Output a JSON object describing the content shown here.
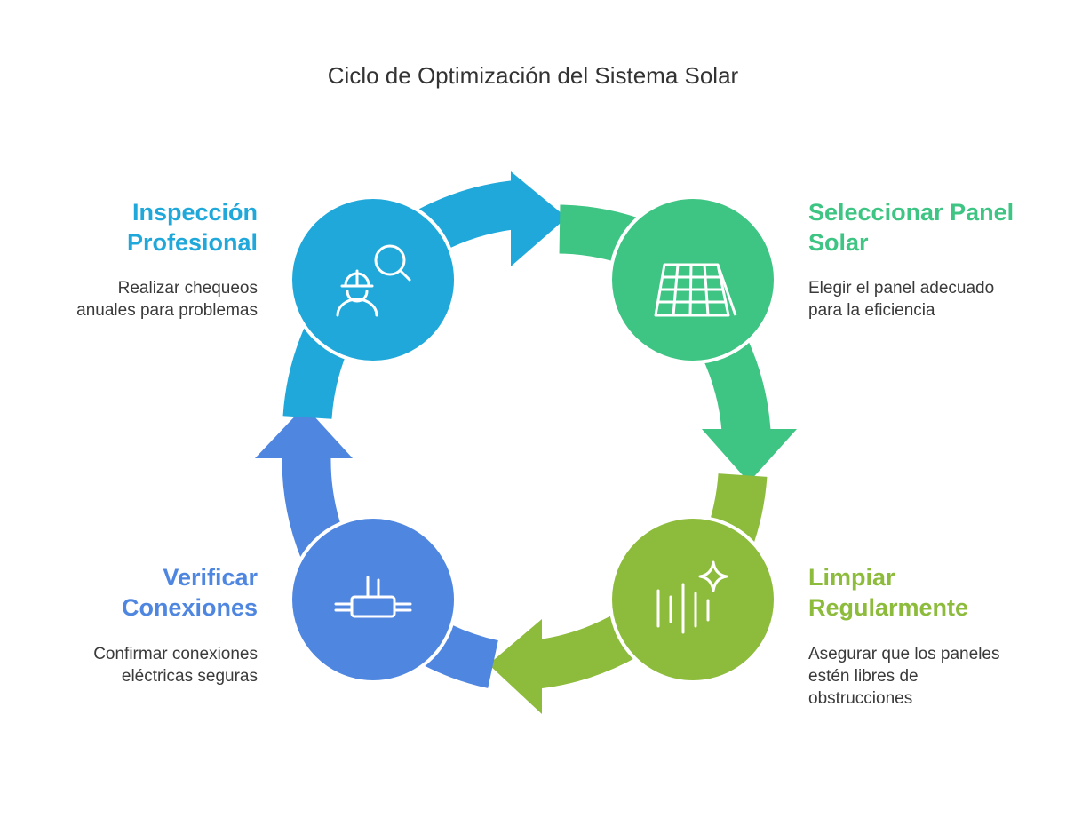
{
  "title": "Ciclo de Optimización del Sistema Solar",
  "steps": [
    {
      "heading_line1": "Seleccionar Panel",
      "heading_line2": "Solar",
      "desc_line1": "Elegir el panel adecuado",
      "desc_line2": "para la eficiencia",
      "icon": "solar-panel-icon",
      "color": "#3ec483"
    },
    {
      "heading_line1": "Limpiar",
      "heading_line2": "Regularmente",
      "desc_line1": "Asegurar que los paneles",
      "desc_line2": "estén libres de",
      "desc_line3": "obstrucciones",
      "icon": "sparkle-clean-icon",
      "color": "#8dbb3b"
    },
    {
      "heading_line1": "Verificar",
      "heading_line2": "Conexiones",
      "desc_line1": "Confirmar conexiones",
      "desc_line2": "eléctricas seguras",
      "icon": "connector-icon",
      "color": "#4f86e0"
    },
    {
      "heading_line1": "Inspección",
      "heading_line2": "Profesional",
      "desc_line1": "Realizar chequeos",
      "desc_line2": "anuales para problemas",
      "icon": "inspector-icon",
      "color": "#1fa8d9"
    }
  ]
}
